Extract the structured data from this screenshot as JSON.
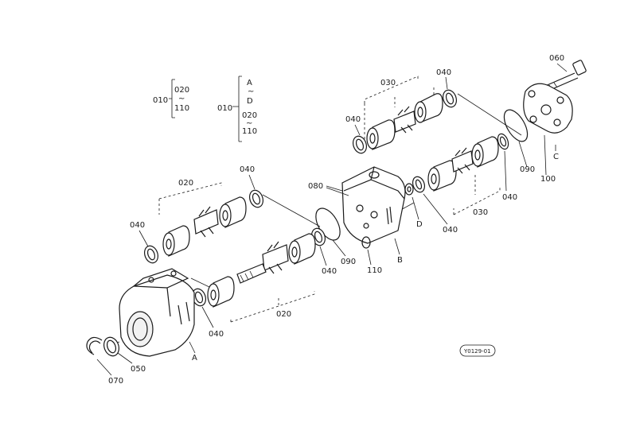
{
  "legend_left": {
    "ref": "010",
    "from": "020",
    "tilde": "~",
    "to": "110"
  },
  "legend_right": {
    "ref": "010",
    "from": "A",
    "tilde1": "~",
    "mid": "D",
    "from2": "020",
    "tilde2": "~",
    "to": "110"
  },
  "labels": {
    "l060": "060",
    "l030_top": "030",
    "l040_top": "040",
    "l040_left_top": "040",
    "l090_right": "090",
    "l100": "100",
    "lC": "C",
    "l040_upper_mid": "040",
    "l020_upper": "020",
    "l080": "080",
    "l040_left": "040",
    "l090_mid": "090",
    "lB": "B",
    "l110": "110",
    "lD": "D",
    "l040_mid_right": "040",
    "l030_right": "030",
    "l040_far_right": "040",
    "l040_center": "040",
    "l020_lower": "020",
    "l040_lower": "040",
    "lA": "A",
    "l050": "050",
    "l070": "070",
    "figure_code": "Y0129-01"
  }
}
